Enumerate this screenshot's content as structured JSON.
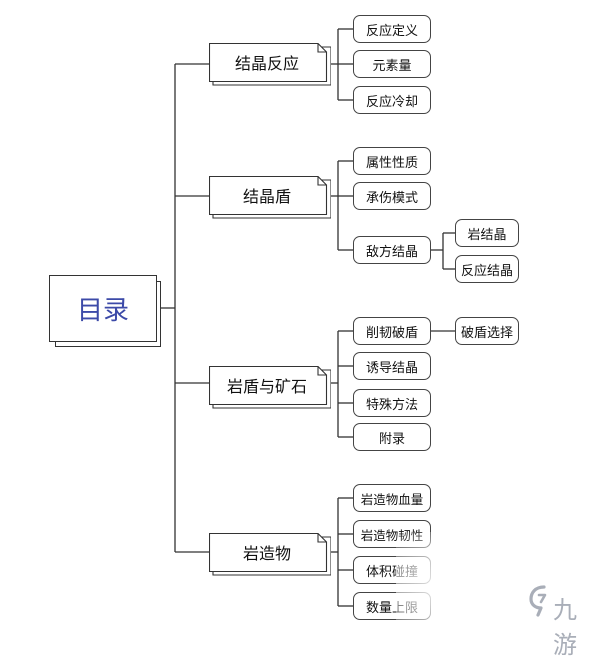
{
  "root": {
    "label": "目录"
  },
  "branches": [
    {
      "label": "结晶反应",
      "children": [
        {
          "label": "反应定义"
        },
        {
          "label": "元素量"
        },
        {
          "label": "反应冷却"
        }
      ]
    },
    {
      "label": "结晶盾",
      "children": [
        {
          "label": "属性性质"
        },
        {
          "label": "承伤模式"
        },
        {
          "label": "敌方结晶",
          "children": [
            {
              "label": "岩结晶"
            },
            {
              "label": "反应结晶"
            }
          ]
        }
      ]
    },
    {
      "label": "岩盾与矿石",
      "children": [
        {
          "label": "削韧破盾",
          "children": [
            {
              "label": "破盾选择"
            }
          ]
        },
        {
          "label": "诱导结晶"
        },
        {
          "label": "特殊方法"
        },
        {
          "label": "附录"
        }
      ]
    },
    {
      "label": "岩造物",
      "children": [
        {
          "label": "岩造物血量"
        },
        {
          "label": "岩造物韧性"
        },
        {
          "label": "体积碰撞"
        },
        {
          "label": "数量上限"
        }
      ]
    }
  ],
  "watermark": {
    "text": "九游",
    "icon": "jiuyou-logo-icon"
  }
}
